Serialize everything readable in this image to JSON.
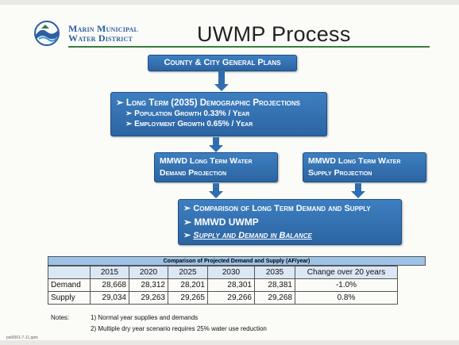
{
  "header": {
    "org_line1": "Marin Municipal",
    "org_line2": "Water District",
    "title": "UWMP Process"
  },
  "flow": {
    "box1": "County & City General Plans",
    "box2_line1": "Long Term (2035) Demographic Projections",
    "box2_line2": "Population Growth 0.33% / Year",
    "box2_line3": "Employment Growth 0.65% / Year",
    "box3_line1": "MMWD Long Term Water",
    "box3_line2": "Demand Projection",
    "box4_line1": "MMWD Long Term Water",
    "box4_line2": "Supply Projection",
    "box5_line1": "Comparison of Long Term Demand and Supply",
    "box5_line2": "MMWD UWMP",
    "box5_line3": "Supply and Demand in Balance"
  },
  "table": {
    "caption": "Comparison of Projected Demand and Supply (AF/year)",
    "headers": [
      "",
      "2015",
      "2020",
      "2025",
      "2030",
      "2035",
      "Change over 20 years"
    ],
    "rows": [
      [
        "Demand",
        "28,668",
        "28,312",
        "28,201",
        "28,301",
        "28,381",
        "-1.0%"
      ],
      [
        "Supply",
        "29,034",
        "29,263",
        "29,265",
        "29,266",
        "29,268",
        "0.8%"
      ]
    ]
  },
  "notes": {
    "label": "Notes:",
    "note1": "1) Normal year supplies and demands",
    "note2": "2) Multiple dry year scenario requires 25% water use reduction"
  },
  "footer": "pst0001-7-11.pptx",
  "colors": {
    "box": "#2f6dae",
    "rule": "#3a7d3d",
    "table_caption": "#9ec3e8"
  }
}
